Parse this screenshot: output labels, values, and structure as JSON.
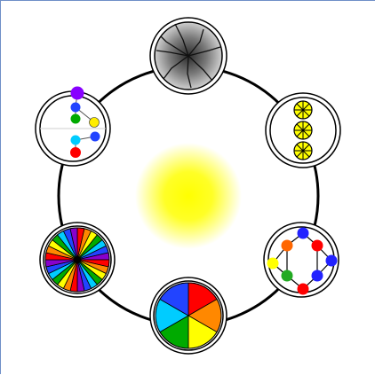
{
  "diagram": {
    "center_glow_color": "#ffff00",
    "ring_color": "#000000",
    "nodes": [
      {
        "name": "gray-cracked-disc",
        "kind": "cracks",
        "fill": "#8a8a8a"
      },
      {
        "name": "three-yellow-wheels-disc",
        "kind": "wheels",
        "fill": "#ffff00"
      },
      {
        "name": "colored-dot-ring-disc",
        "kind": "dot-ring",
        "colors": [
          "#ff6600",
          "#2222ff",
          "#2222ff",
          "#2222ff",
          "#ff0000",
          "#22aa22",
          "#ffff00",
          "#22aa22"
        ]
      },
      {
        "name": "six-color-pie-disc",
        "kind": "pie6",
        "colors": [
          "#ff0000",
          "#ff8800",
          "#ffff00",
          "#00aa00",
          "#00ccff",
          "#2244ff"
        ]
      },
      {
        "name": "many-color-pie-disc",
        "kind": "pie-many",
        "colors": [
          "#ff0000",
          "#ff8800",
          "#ffff00",
          "#00aa00",
          "#00ccff",
          "#2244ff",
          "#8800cc"
        ]
      },
      {
        "name": "colored-dot-tree-disc",
        "kind": "dot-tree",
        "colors": [
          "#8800ff",
          "#2244ff",
          "#00aa00",
          "#ffee00",
          "#00ccff",
          "#2244ff",
          "#ff0000"
        ]
      }
    ]
  }
}
